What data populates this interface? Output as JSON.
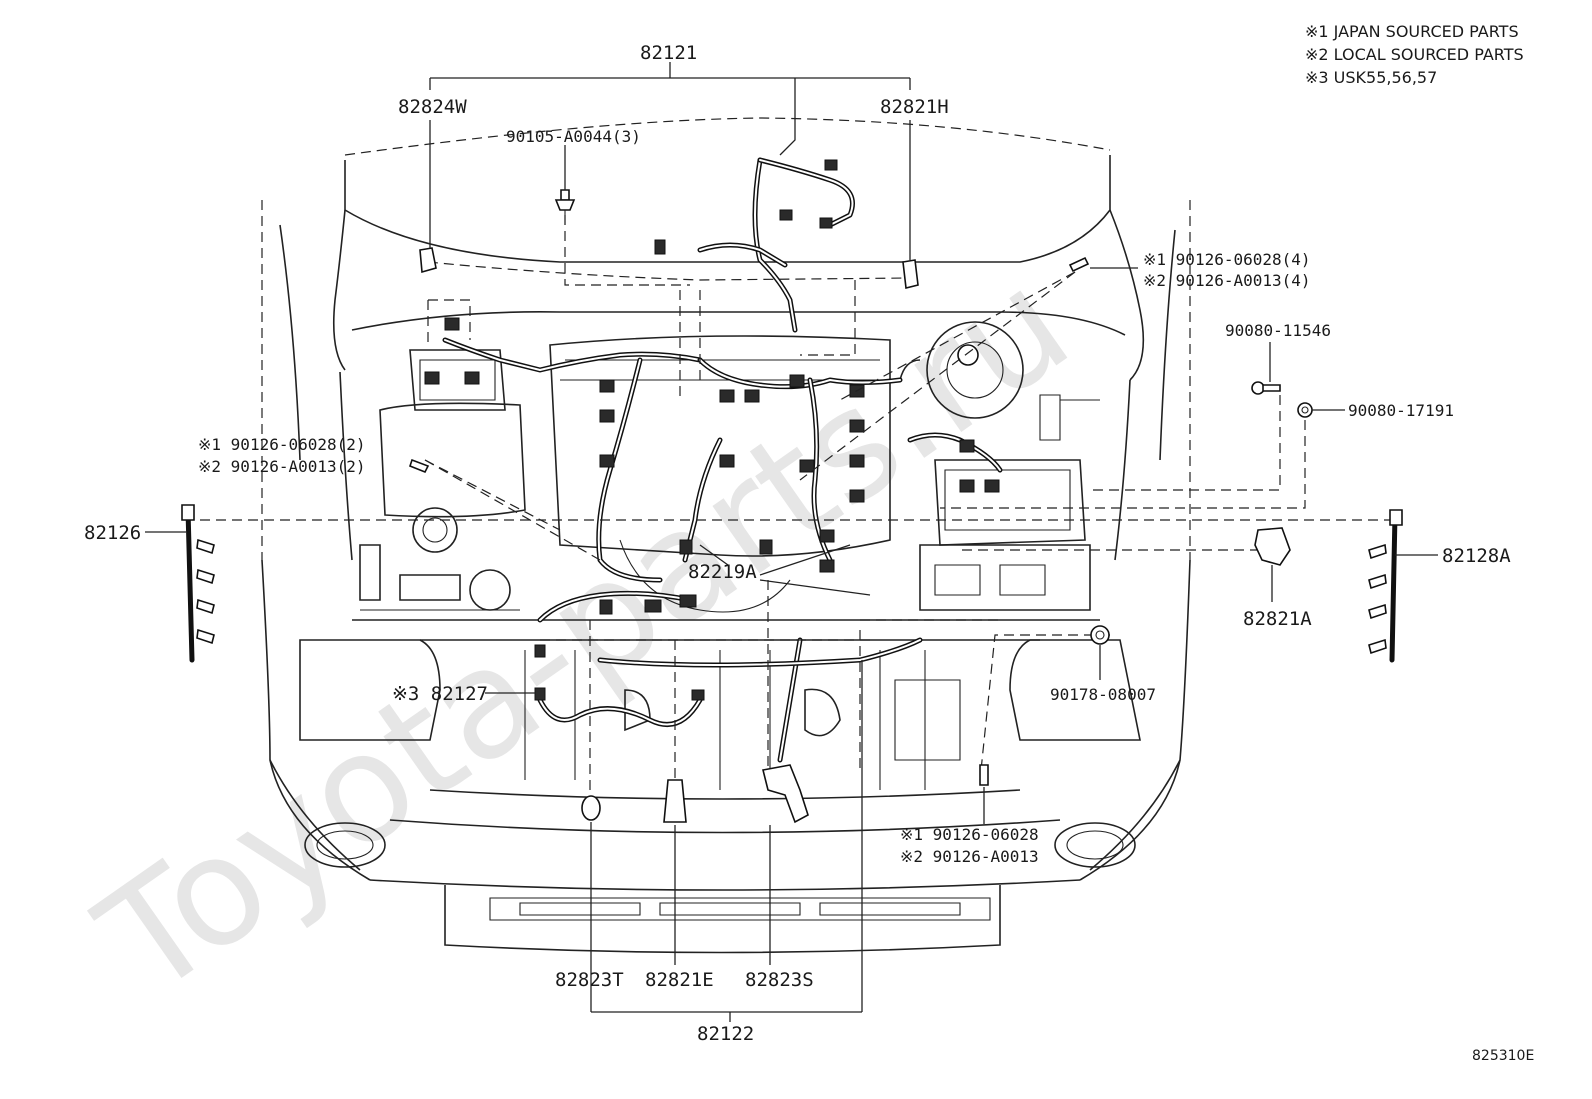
{
  "notes": [
    "※1 JAPAN SOURCED PARTS",
    "※2 LOCAL SOURCED PARTS",
    "※3 USK55,56,57"
  ],
  "watermark": "Toyota-parts.ru",
  "illustration_code": "825310E",
  "parts": {
    "harness_main": "82121",
    "p82824W": "82824W",
    "p82821H": "82821H",
    "bolt_90105": "90105-A0044(3)",
    "clip_4_j": "※1 90126-06028(4)",
    "clip_4_l": "※2 90126-A0013(4)",
    "bolt_90080_11546": "90080-11546",
    "nut_90080_17191": "90080-17191",
    "clip_2_j": "※1 90126-06028(2)",
    "clip_2_l": "※2 90126-A0013(2)",
    "p82126": "82126",
    "p82128A": "82128A",
    "p82219A": "82219A",
    "p82821A": "82821A",
    "nut_90178": "90178-08007",
    "p82127": "※3 82127",
    "clip_1_j": "※1 90126-06028",
    "clip_1_l": "※2 90126-A0013",
    "p82823T": "82823T",
    "p82821E": "82821E",
    "p82823S": "82823S",
    "harness_front": "82122"
  }
}
